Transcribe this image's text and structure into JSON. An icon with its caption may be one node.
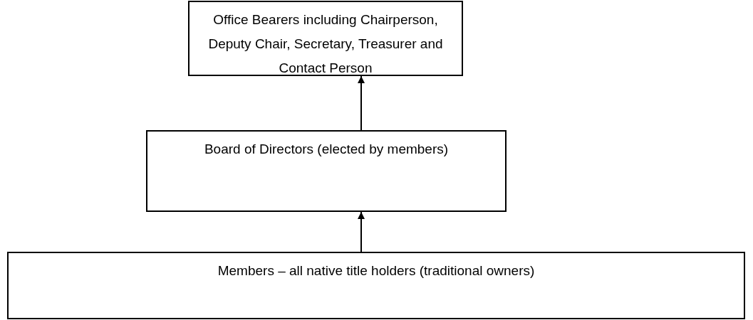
{
  "diagram": {
    "nodes": [
      {
        "text": [
          "Office Bearers including Chairperson, Deputy Chair, Secretary, Treasurer and Contact Person"
        ]
      },
      {
        "text": [
          "Board of Directors (elected by members)"
        ]
      },
      {
        "text": [
          "Members – all native title holders (traditional owners)"
        ]
      }
    ],
    "edges": [
      {
        "from": 1,
        "to": 0,
        "arrow": "to"
      },
      {
        "from": 2,
        "to": 1,
        "arrow": "to"
      }
    ]
  }
}
